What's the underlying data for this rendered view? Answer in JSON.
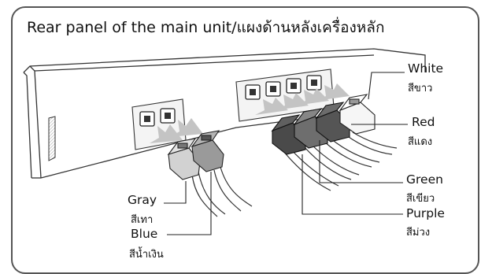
{
  "title": "Rear panel of the main unit/แผงด้านหลังเครื่องหลัก",
  "labels": {
    "white": {
      "en": "White",
      "th": "สีขาว"
    },
    "red": {
      "en": "Red",
      "th": "สีแดง"
    },
    "green": {
      "en": "Green",
      "th": "สีเขียว"
    },
    "purple": {
      "en": "Purple",
      "th": "สีม่วง"
    },
    "gray": {
      "en": "Gray",
      "th": "สีเทา"
    },
    "blue": {
      "en": "Blue",
      "th": "สีน้ำเงิน"
    }
  },
  "colors": {
    "frame": "#555555",
    "plug_light": "#d2d2d2",
    "plug_mid": "#9a9a9a",
    "plug_dark": "#4a4a4a",
    "arrow": "#c4c4c4"
  }
}
